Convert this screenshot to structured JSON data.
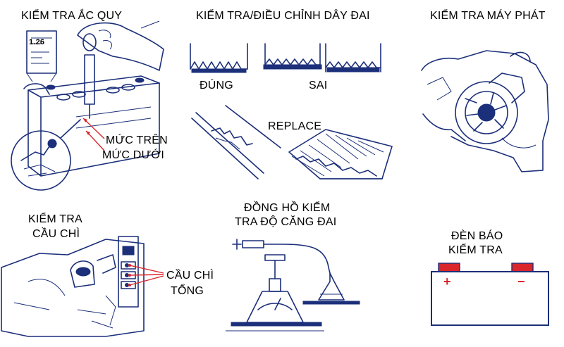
{
  "panels": {
    "battery": {
      "title": "KIỂM TRA ẮC QUY",
      "hydrometer_reading": "1.26",
      "upper_level": "MỨC TRÊN",
      "lower_level": "MỨC DƯỚI"
    },
    "belt": {
      "title": "KIỂM TRA/ĐIỀU CHỈNH DÂY ĐAI",
      "correct": "ĐÚNG",
      "wrong": "SAI",
      "replace": "REPLACE"
    },
    "alternator": {
      "title": "KIỂM TRA MÁY PHÁT"
    },
    "fuse": {
      "title_line1": "KIỂM TRA",
      "title_line2": "CẦU CHÌ",
      "main_fuse_line1": "CẦU CHÌ",
      "main_fuse_line2": "TỔNG"
    },
    "gauge": {
      "title_line1": "ĐỒNG HỒ KIỂM",
      "title_line2": "TRA ĐỘ CĂNG ĐAI"
    },
    "warning_light": {
      "title_line1": "ĐÈN BÁO",
      "title_line2": "KIỂM TRA",
      "plus": "+",
      "minus": "−"
    }
  },
  "colors": {
    "ink": "#1b2f7a",
    "callout": "#d8262b",
    "battery_red": "#d8262b"
  }
}
